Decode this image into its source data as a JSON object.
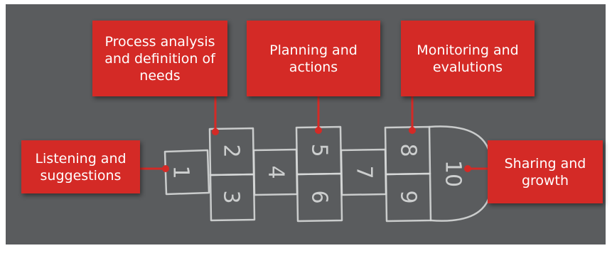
{
  "colors": {
    "board": "#5a5c5e",
    "box": "#d42a26",
    "text": "#ffffff",
    "chalk": "#d6d8d8"
  },
  "boxes": {
    "listening": "Listening and suggestions",
    "process": "Process analysis and definition of needs",
    "planning": "Planning and actions",
    "monitoring": "Monitoring and evalutions",
    "sharing": "Sharing and growth"
  },
  "hopscotch": {
    "numbers": [
      "1",
      "2",
      "3",
      "4",
      "5",
      "6",
      "7",
      "8",
      "9",
      "10"
    ]
  }
}
